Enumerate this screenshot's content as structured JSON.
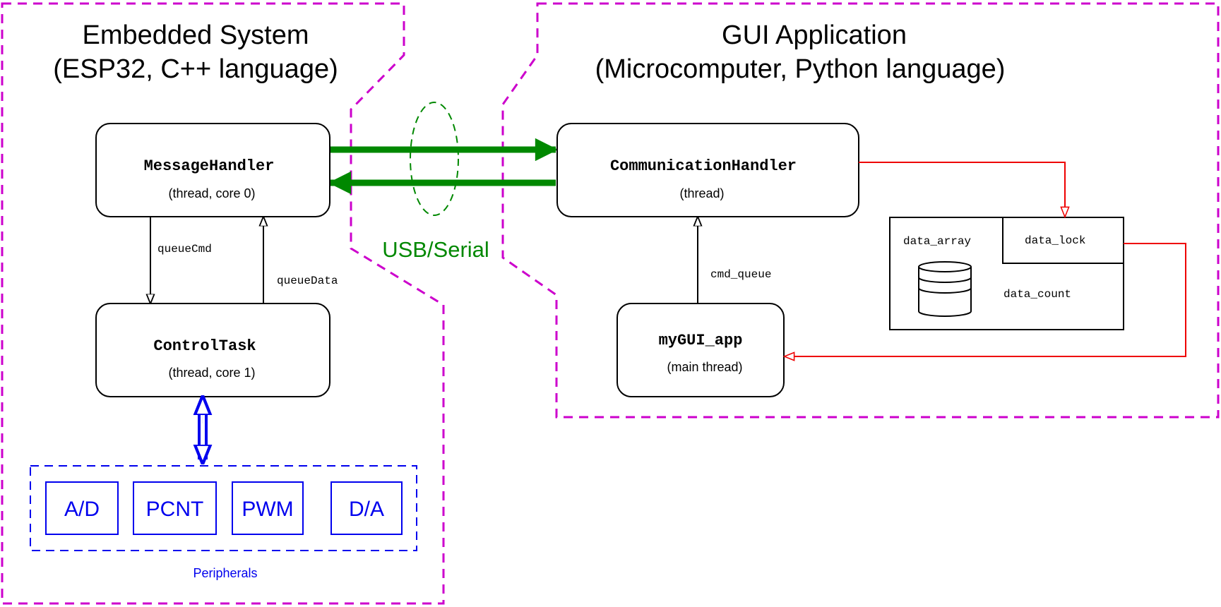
{
  "regions": {
    "embedded": {
      "title": "Embedded System",
      "subtitle": "(ESP32, C++ language)"
    },
    "gui": {
      "title": "GUI Application",
      "subtitle": "(Microcomputer, Python language)"
    }
  },
  "nodes": {
    "message_handler": {
      "name": "MessageHandler",
      "detail": "(thread, core 0)"
    },
    "control_task": {
      "name": "ControlTask",
      "detail": "(thread, core 1)"
    },
    "communication_handler": {
      "name": "CommunicationHandler",
      "detail": "(thread)"
    },
    "mygui_app": {
      "name": "myGUI_app",
      "detail": "(main thread)"
    }
  },
  "queues": {
    "queue_cmd": "queueCmd",
    "queue_data": "queueData",
    "cmd_queue": "cmd_queue"
  },
  "link": {
    "label": "USB/Serial"
  },
  "data_store": {
    "data_array": "data_array",
    "data_lock": "data_lock",
    "data_count": "data_count"
  },
  "peripherals": {
    "label": "Peripherals",
    "items": [
      "A/D",
      "PCNT",
      "PWM",
      "D/A"
    ]
  },
  "colors": {
    "region_border": "#cc00cc",
    "link": "#008800",
    "peripheral": "#0000ee",
    "data_flow": "#ee0000",
    "box": "#000000"
  }
}
